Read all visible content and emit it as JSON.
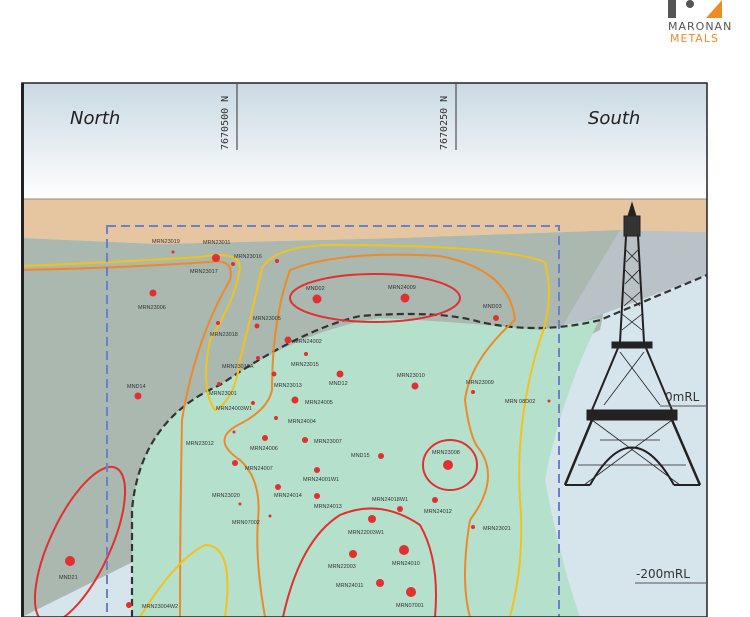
{
  "logo": {
    "line1": "MARONAN",
    "line2": "METALS"
  },
  "section": {
    "direction_left": "North",
    "direction_right": "South",
    "northings": [
      "7670500 N",
      "7670250 N"
    ],
    "rl_labels": [
      "0mRL",
      "-200mRL"
    ]
  },
  "colors": {
    "sky": "#cfdde6",
    "cover": "#e6c6a0",
    "host": "#aab8b0",
    "mineralised": "#b5e0cc",
    "basement": "#d6e4ec",
    "high_grade": "#e03030",
    "mid_grade": "#ec8a2a",
    "low_grade": "#f2c21c",
    "outline": "#6b80c8"
  },
  "drillholes": [
    "MRN23019",
    "MRN23011",
    "MRN23017",
    "MRN23016",
    "MRN23006",
    "MND02",
    "MRN24009",
    "MND03",
    "MRN23005",
    "MRN23018",
    "MRN24002",
    "MRN23015",
    "MRN23010A",
    "MND12",
    "MRN23010",
    "MRN23013",
    "MRN23009",
    "MND14",
    "MRN23001",
    "MRN24003W1",
    "MRN24005",
    "MRN24004",
    "MRN 08D02",
    "MRN23012",
    "MRN24006",
    "MRN23007",
    "MND15",
    "MRN23008",
    "MRN24007",
    "MRN24001W1",
    "MRN23020",
    "MRN24014",
    "MRN24013",
    "MRN24018W1",
    "MRN24012",
    "MRN07002",
    "MRN22003W1",
    "MRN23021",
    "MRN22003",
    "MRN24010",
    "MRN24011",
    "MRN07001",
    "MND21",
    "MRN23004W2"
  ]
}
